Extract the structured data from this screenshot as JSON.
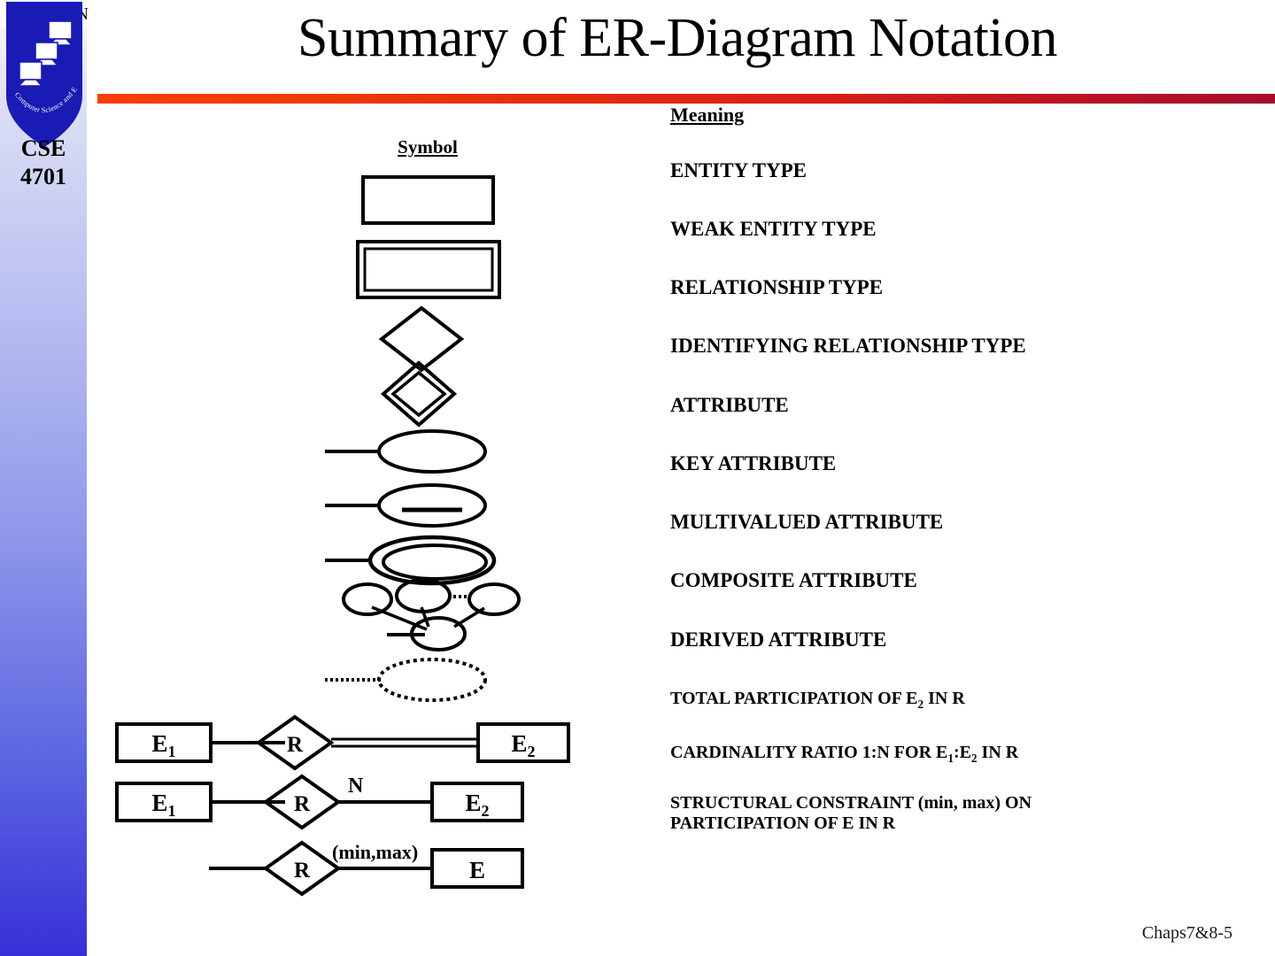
{
  "branding": {
    "university": "UCONN",
    "shield_curved_text": "Computer Science and Engineering",
    "course_line1": "CSE",
    "course_line2": "4701",
    "shield_color": "#1a1ab4",
    "sidebar_gradient_top": "#f2f3fb",
    "sidebar_gradient_bottom": "#3730d8"
  },
  "header": {
    "title": "Summary of ER-Diagram Notation",
    "rule_color_left": "#f93e06",
    "rule_color_right": "#a50d2c"
  },
  "columns": {
    "symbol_header": "Symbol",
    "meaning_header": "Meaning"
  },
  "rows": [
    {
      "symbol": "rectangle",
      "meaning": "ENTITY TYPE"
    },
    {
      "symbol": "double-rectangle",
      "meaning": "WEAK ENTITY TYPE"
    },
    {
      "symbol": "diamond",
      "meaning": "RELATIONSHIP TYPE"
    },
    {
      "symbol": "double-diamond",
      "meaning": "IDENTIFYING RELATIONSHIP TYPE"
    },
    {
      "symbol": "ellipse",
      "meaning": "ATTRIBUTE"
    },
    {
      "symbol": "underlined-ellipse",
      "meaning": "KEY ATTRIBUTE"
    },
    {
      "symbol": "double-ellipse",
      "meaning": "MULTIVALUED ATTRIBUTE"
    },
    {
      "symbol": "composite-ellipse",
      "meaning": "COMPOSITE ATTRIBUTE"
    },
    {
      "symbol": "dotted-ellipse",
      "meaning": "DERIVED ATTRIBUTE"
    }
  ],
  "relationship_rows": [
    {
      "id": "total-participation",
      "left_entity": "E",
      "left_sub": "1",
      "relationship": "R",
      "right_entity": "E",
      "right_sub": "2",
      "edge_label": "",
      "meaning_prefix": "TOTAL PARTICIPATION OF E",
      "meaning_sub": "2",
      "meaning_suffix": " IN R"
    },
    {
      "id": "cardinality-ratio",
      "left_entity": "E",
      "left_sub": "1",
      "relationship": "R",
      "right_entity": "E",
      "right_sub": "2",
      "edge_label": "N",
      "meaning_prefix": "CARDINALITY RATIO 1:N FOR E",
      "meaning_sub1": "1",
      "meaning_mid": ":E",
      "meaning_sub2": "2",
      "meaning_suffix": " IN R"
    },
    {
      "id": "structural-constraint",
      "left_entity": "",
      "relationship": "R",
      "right_entity": "E",
      "edge_label": "(min,max)",
      "meaning_line1": "STRUCTURAL CONSTRAINT (min, max) ON",
      "meaning_line2": "PARTICIPATION OF E IN R"
    }
  ],
  "footer": {
    "page_ref": "Chaps7&8-5"
  }
}
